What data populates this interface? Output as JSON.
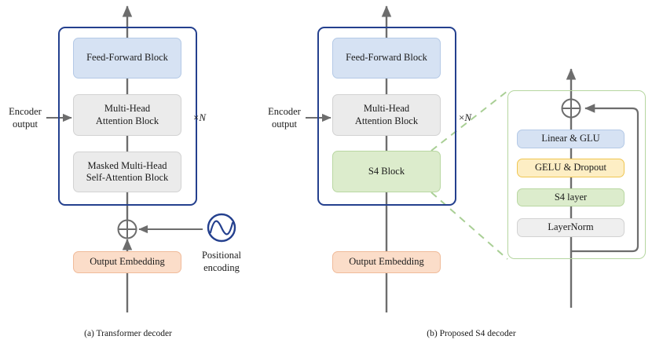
{
  "figure": {
    "panels": [
      {
        "id": "panel-a",
        "caption": "(a) Transformer decoder",
        "repeat_label_symbol": "×",
        "repeat_label_count": "N",
        "side_input_label_line1": "Encoder",
        "side_input_label_line2": "output",
        "blocks": [
          {
            "name": "feed-forward-block",
            "label": "Feed-Forward Block",
            "color": "#d6e2f3",
            "border": "#b4c9e6"
          },
          {
            "name": "multi-head-attention-block",
            "label_line1": "Multi-Head",
            "label_line2": "Attention Block",
            "color": "#ebebeb",
            "border": "#d2d2d2"
          },
          {
            "name": "masked-multi-head-self-attention-block",
            "label_line1": "Masked Multi-Head",
            "label_line2": "Self-Attention Block",
            "color": "#ebebeb",
            "border": "#d2d2d2"
          },
          {
            "name": "output-embedding-block",
            "label": "Output Embedding",
            "color": "#fbddc9",
            "border": "#f0bb9a"
          }
        ],
        "positional_encoding": {
          "icon": "sine-wave-circle-icon",
          "label_line1": "Positional",
          "label_line2": "encoding",
          "color": "#24408e"
        },
        "sum_node": {
          "icon": "plus-circle-icon",
          "symbol": "⊕"
        }
      },
      {
        "id": "panel-b",
        "caption": "(b) Proposed S4 decoder",
        "repeat_label_symbol": "×",
        "repeat_label_count": "N",
        "side_input_label_line1": "Encoder",
        "side_input_label_line2": "output",
        "blocks": [
          {
            "name": "feed-forward-block",
            "label": "Feed-Forward Block",
            "color": "#d6e2f3",
            "border": "#b4c9e6"
          },
          {
            "name": "multi-head-attention-block",
            "label_line1": "Multi-Head",
            "label_line2": "Attention Block",
            "color": "#ebebeb",
            "border": "#d2d2d2"
          },
          {
            "name": "s4-block",
            "label": "S4 Block",
            "color": "#dceccc",
            "border": "#b9d7a2"
          },
          {
            "name": "output-embedding-block",
            "label": "Output Embedding",
            "color": "#fbddc9",
            "border": "#f0bb9a"
          }
        ],
        "inset": {
          "name": "s4-block-detail",
          "border_color": "#b5d6a0",
          "sum_node": {
            "icon": "plus-circle-icon",
            "symbol": "⊕"
          },
          "blocks": [
            {
              "name": "linear-glu-block",
              "label": "Linear & GLU",
              "color": "#d6e2f3",
              "border": "#b4c9e6"
            },
            {
              "name": "gelu-dropout-block",
              "label": "GELU & Dropout",
              "color": "#fdeec4",
              "border": "#efc652"
            },
            {
              "name": "s4-layer-block",
              "label": "S4 layer",
              "color": "#dceccc",
              "border": "#b9d7a2"
            },
            {
              "name": "layernorm-block",
              "label": "LayerNorm",
              "color": "#efefef",
              "border": "#d2d2d2"
            }
          ]
        }
      }
    ],
    "colors": {
      "outer_box_blue": "#24408e",
      "arrow_gray": "#6d6d6d",
      "dashed_green": "#a9cf95"
    }
  }
}
